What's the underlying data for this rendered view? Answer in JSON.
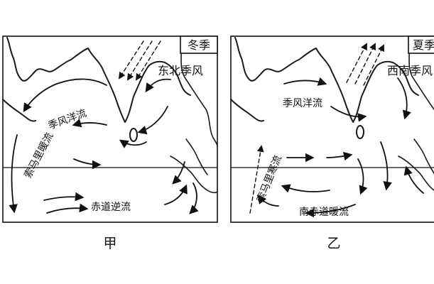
{
  "panels": [
    {
      "season": "冬季",
      "wind": "东北季风",
      "currents": [
        "季风洋流",
        "索马里暖流",
        "赤道逆流"
      ],
      "caption": "甲"
    },
    {
      "season": "夏季",
      "wind": "西南季风",
      "currents": [
        "季风洋流",
        "索马里寒流",
        "南赤道暖流"
      ],
      "caption": "乙"
    }
  ],
  "colors": {
    "line": "#111111",
    "background": "#ffffff"
  }
}
